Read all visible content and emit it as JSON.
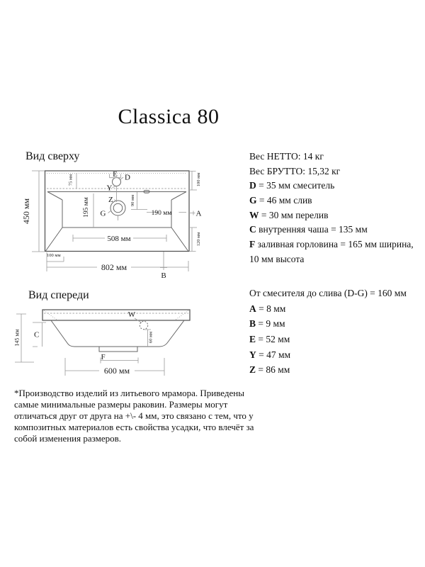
{
  "page": {
    "title": "Classica 80"
  },
  "top_view": {
    "title": "Вид сверху",
    "dim_outer_width": "802 мм",
    "dim_outer_depth": "450 мм",
    "dim_bowl_width": "508 мм",
    "dim_bowl_depth": "195 мм",
    "dim_drain_to_right": "190 мм",
    "dim_deck_depth": "100 мм",
    "dim_bottom_margin": "120 мм",
    "dim_left_margin": "100 мм",
    "dim_faucet_back": "75 мм",
    "dim_drain_back": "90 мм",
    "label_a": "A",
    "label_b": "B",
    "label_d": "D",
    "label_e": "E",
    "label_g": "G",
    "label_y": "Y",
    "label_z": "Z"
  },
  "front_view": {
    "title": "Вид спереди",
    "dim_height": "145 мм",
    "dim_mount_width": "600 мм",
    "dim_overflow_down": "60 мм",
    "label_c": "C",
    "label_w": "W",
    "label_f": "F"
  },
  "specs": {
    "group1": [
      {
        "b": "",
        "t": "Вес НЕТТО: 14 кг"
      },
      {
        "b": "",
        "t": "Вес БРУТТО: 15,32 кг"
      },
      {
        "b": "D",
        "t": " = 35 мм смеситель"
      },
      {
        "b": "G",
        "t": " = 46 мм слив"
      },
      {
        "b": "W",
        "t": " = 30 мм перелив"
      },
      {
        "b": "C",
        "t": " внутренняя чаша = 135 мм"
      },
      {
        "b": "F",
        "t": " заливная горловина = 165 мм ширина,"
      },
      {
        "b": "",
        "t": "10 мм высота"
      }
    ],
    "group2": [
      {
        "b": "",
        "t": "От смесителя до слива (D-G) = 160 мм"
      },
      {
        "b": "A",
        "t": " = 8 мм"
      },
      {
        "b": "B",
        "t": " = 9 мм"
      },
      {
        "b": "E",
        "t": " = 52 мм"
      },
      {
        "b": "Y",
        "t": " = 47 мм"
      },
      {
        "b": "Z",
        "t": " = 86 мм"
      }
    ]
  },
  "footnote": {
    "lines": [
      "*Производство изделий из литьевого мрамора. Приведены",
      "самые минимальные размеры раковин. Размеры могут",
      "отличаться друг от друга на +\\- 4 мм, это связано с тем, что у",
      "композитных материалов есть свойства усадки, что влечёт за",
      "собой изменения размеров."
    ]
  }
}
